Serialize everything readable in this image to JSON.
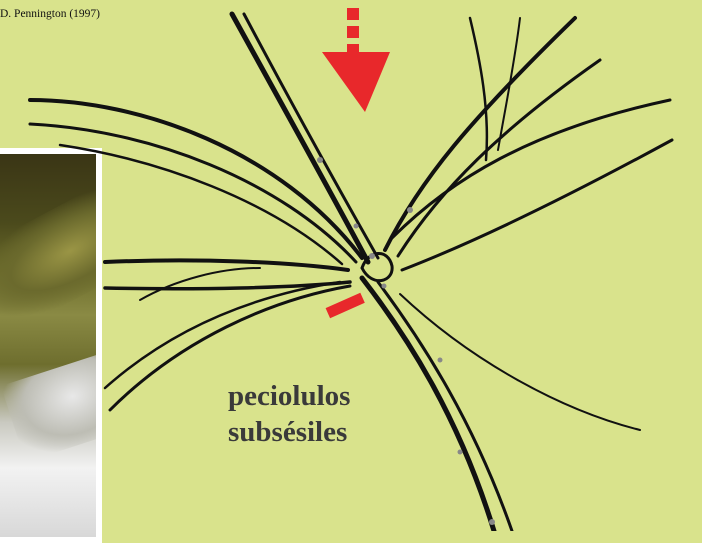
{
  "credit": "D. Pennington (1997)",
  "labels": [
    "peciolulos",
    "subsésiles"
  ],
  "colors": {
    "background": "#d9e38c",
    "arrow": "#e8282b",
    "line": "#111111",
    "text": "#3a3a3a"
  }
}
